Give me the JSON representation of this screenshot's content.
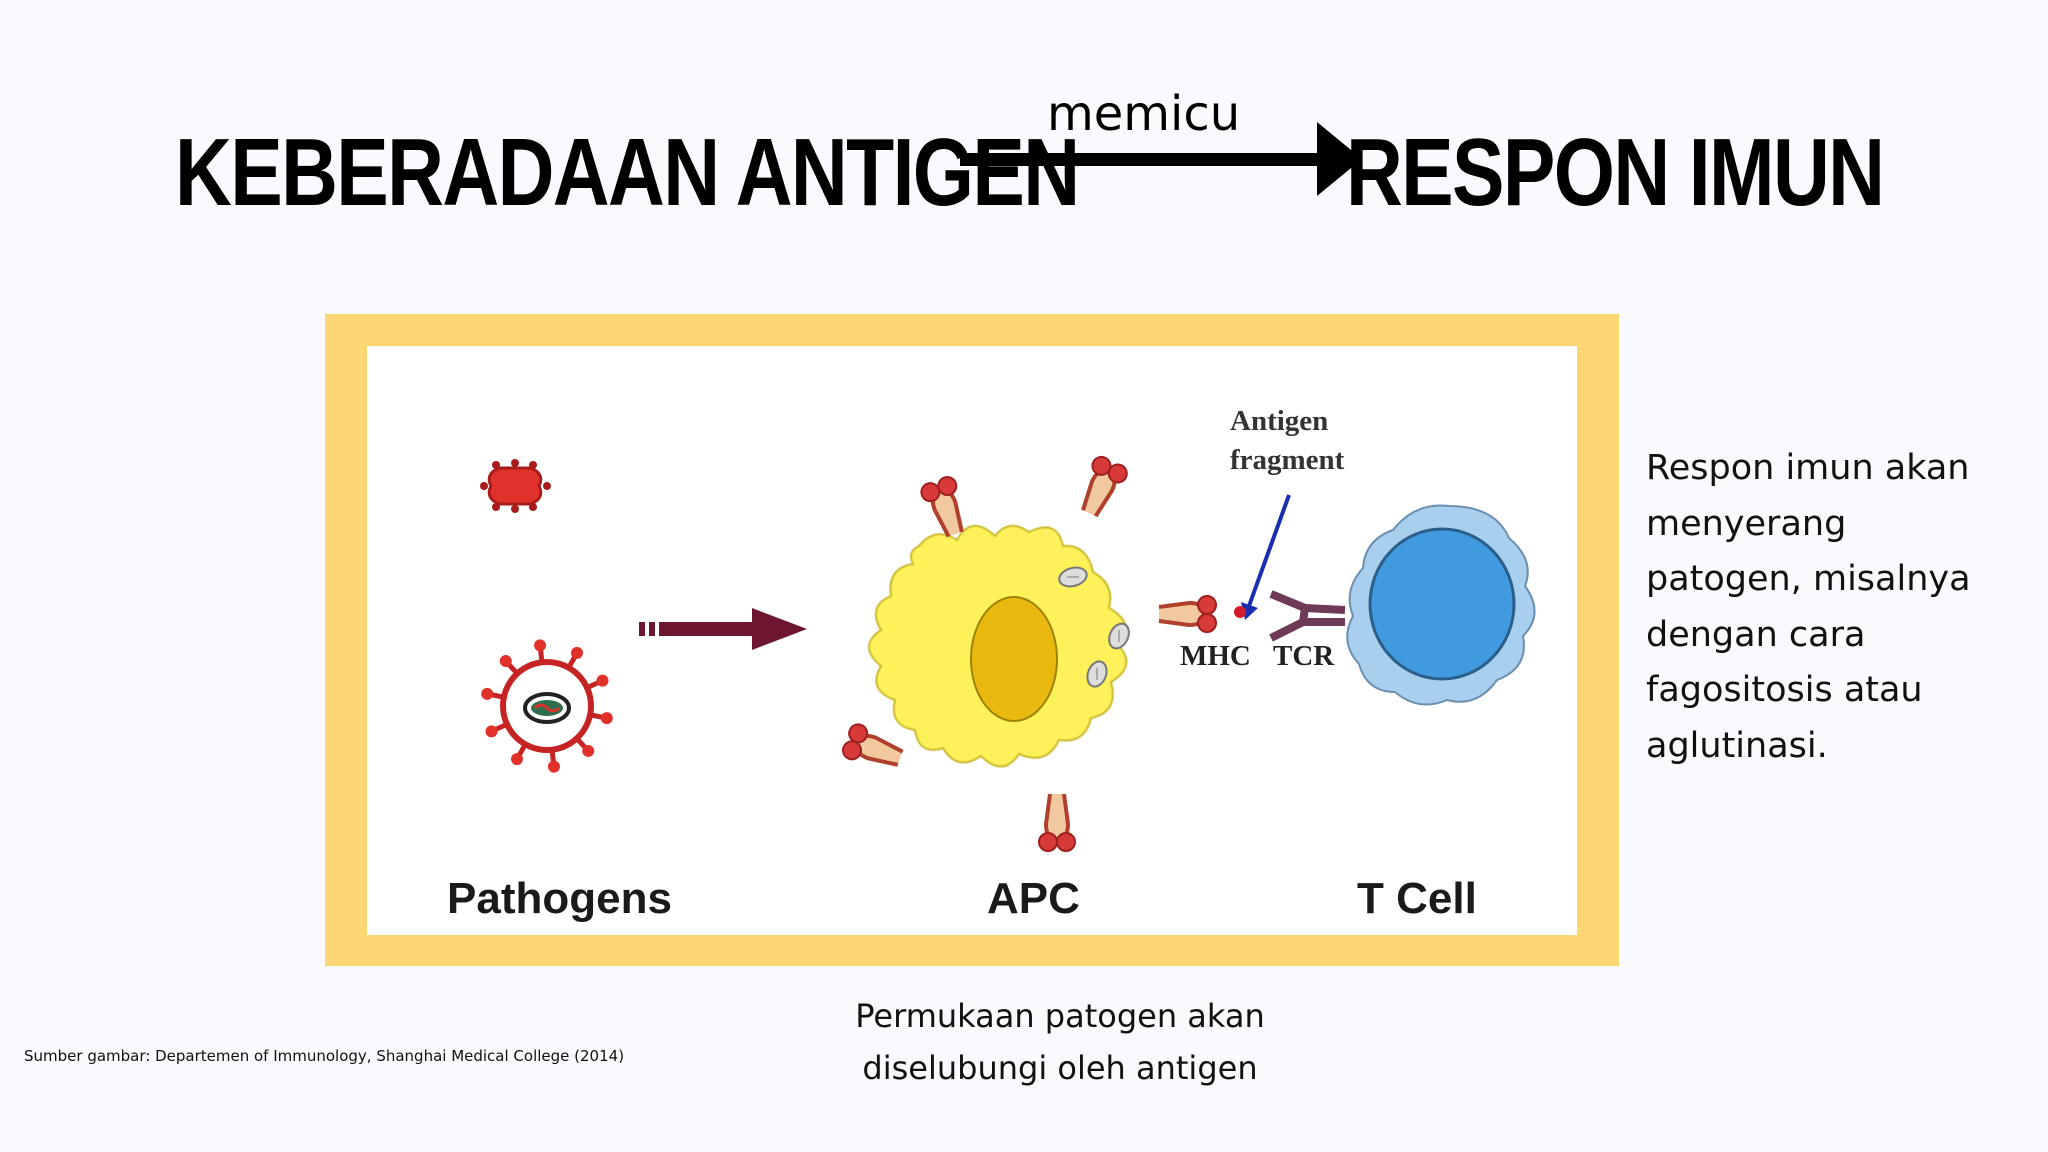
{
  "header": {
    "left_title": "KEBERADAAN ANTIGEN",
    "arrow_label": "memicu",
    "right_title": "RESPON IMUN"
  },
  "figure": {
    "labels": {
      "pathogens": "Pathogens",
      "apc": "APC",
      "t_cell": "T Cell",
      "antigen_fragment_line1": "Antigen",
      "antigen_fragment_line2": "fragment",
      "mhc": "MHC",
      "tcr": "TCR"
    },
    "colors": {
      "frame": "#fcd672",
      "pathogen_red": "#e0312b",
      "apc_yellow": "#fff15a",
      "nucleus_gold": "#eab90f",
      "t_cell_blue": "#a8cfee",
      "arrow_maroon": "#6e1530",
      "pointer_blue": "#1a2eb0"
    }
  },
  "side_text": [
    "Respon imun akan",
    "menyerang",
    "patogen, misalnya",
    "dengan cara",
    "fagositosis atau",
    "aglutinasi."
  ],
  "caption": [
    "Permukaan patogen akan",
    "diselubungi oleh antigen"
  ],
  "source_note": "Sumber gambar: Departemen of Immunology, Shanghai Medical College (2014)"
}
